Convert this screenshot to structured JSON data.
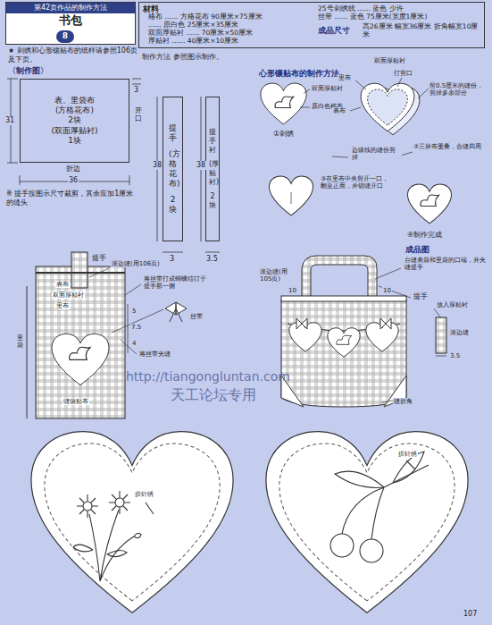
{
  "diagram": {
    "title": "心形镶贴布的制作方法",
    "nodes": [
      {
        "text": [
          "第42页作品的制作方法",
          "书包"
        ]
      },
      {
        "text": [
          "8"
        ],
        "in": 0
      },
      {
        "text": [
          "材料"
        ]
      },
      {
        "text": [
          "表、里袋布",
          "(方格花布)",
          "2块",
          "(双面厚贴衬)",
          "1块"
        ]
      },
      {
        "text": [
          "提手",
          "(方格花布)",
          "2块"
        ]
      },
      {
        "text": [
          "提手衬",
          "(厚贴衬)",
          "2块"
        ]
      }
    ],
    "labels": [
      "★ 刺绣和心形镶贴布的纸样请参照106页及下页。",
      "〈制作图〉",
      "31",
      "36",
      "折边",
      "3",
      "开口",
      "※ 提手按图示尺寸裁剪，其余应加1厘米的缝头",
      "38",
      "3",
      "38",
      "3.5",
      "格布 …… 方格花布 90厘米×75厘米",
      "…… 原白色 25厘米×35厘米",
      "双面厚贴衬 …… 70厘米×50厘米",
      "厚贴衬 …… 40厘米×10厘米",
      "25号刺绣线 …… 蓝色 少许",
      "丝带 …… 蓝色 75厘米(宽度1厘米)",
      "成品尺寸",
      "高26厘米 幅宽36厘米 折角幅宽10厘米",
      "制作方法 参照图示制作。",
      "双面厚贴衬",
      "原白色棉布",
      "①刺绣",
      "双面厚贴衬",
      "里布",
      "打剪口",
      "表布",
      "留0.5厘米的缝份，剪掉多余部分",
      "边缘线的缝份剪掉",
      "②三块布重叠，合缝四周",
      "③在里布中央剪开一口，翻至正面，并锁缝开口",
      "④制作完成",
      "提手",
      "滚边缝(用106页)",
      "表布",
      "双面厚贴衬",
      "里布",
      "5",
      "7.5",
      "4",
      "将丝带打成蝴蝶结订于提手那一侧",
      "丝带",
      "将丝带夹缝",
      "缝镶贴布",
      "里袋",
      "成品图",
      "台缝表袋和里袋的口端，并夹缝提手",
      "提手",
      "放入厚贴衬",
      "滚边缝",
      "3.5",
      "滚边缝(用105页)",
      "10",
      "10",
      "缝折角",
      "http://tiangongluntan.com",
      "天工论坛专用",
      "拱针绣",
      "拱针绣",
      "107"
    ]
  }
}
